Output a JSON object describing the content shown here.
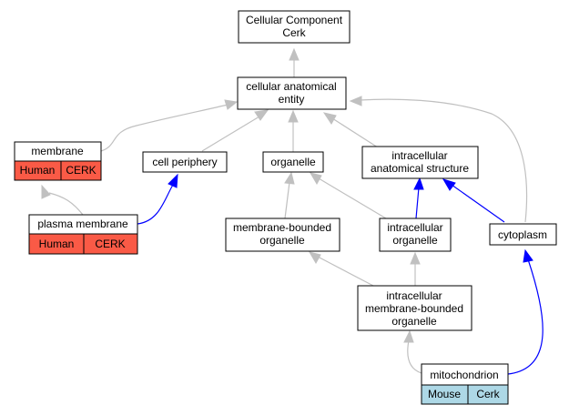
{
  "colors": {
    "gray_edge": "#c0c0c0",
    "blue_edge": "#0000ff",
    "human_badge": "#fa5a46",
    "mouse_badge": "#add8e6"
  },
  "nodes": {
    "cc_cerk": [
      "Cellular Component",
      "Cerk"
    ],
    "cae": [
      "cellular anatomical",
      "entity"
    ],
    "membrane": [
      "membrane"
    ],
    "cell_periphery": [
      "cell periphery"
    ],
    "organelle": [
      "organelle"
    ],
    "ias": [
      "intracellular",
      "anatomical structure"
    ],
    "plasma_membrane": [
      "plasma membrane"
    ],
    "mbo": [
      "membrane-bounded",
      "organelle"
    ],
    "io": [
      "intracellular",
      "organelle"
    ],
    "cytoplasm": [
      "cytoplasm"
    ],
    "imbo": [
      "intracellular",
      "membrane-bounded",
      "organelle"
    ],
    "mitochondrion": [
      "mitochondrion"
    ]
  },
  "badges": {
    "membrane": [
      "Human",
      "CERK"
    ],
    "plasma_membrane": [
      "Human",
      "CERK"
    ],
    "mitochondrion": [
      "Mouse",
      "Cerk"
    ]
  }
}
